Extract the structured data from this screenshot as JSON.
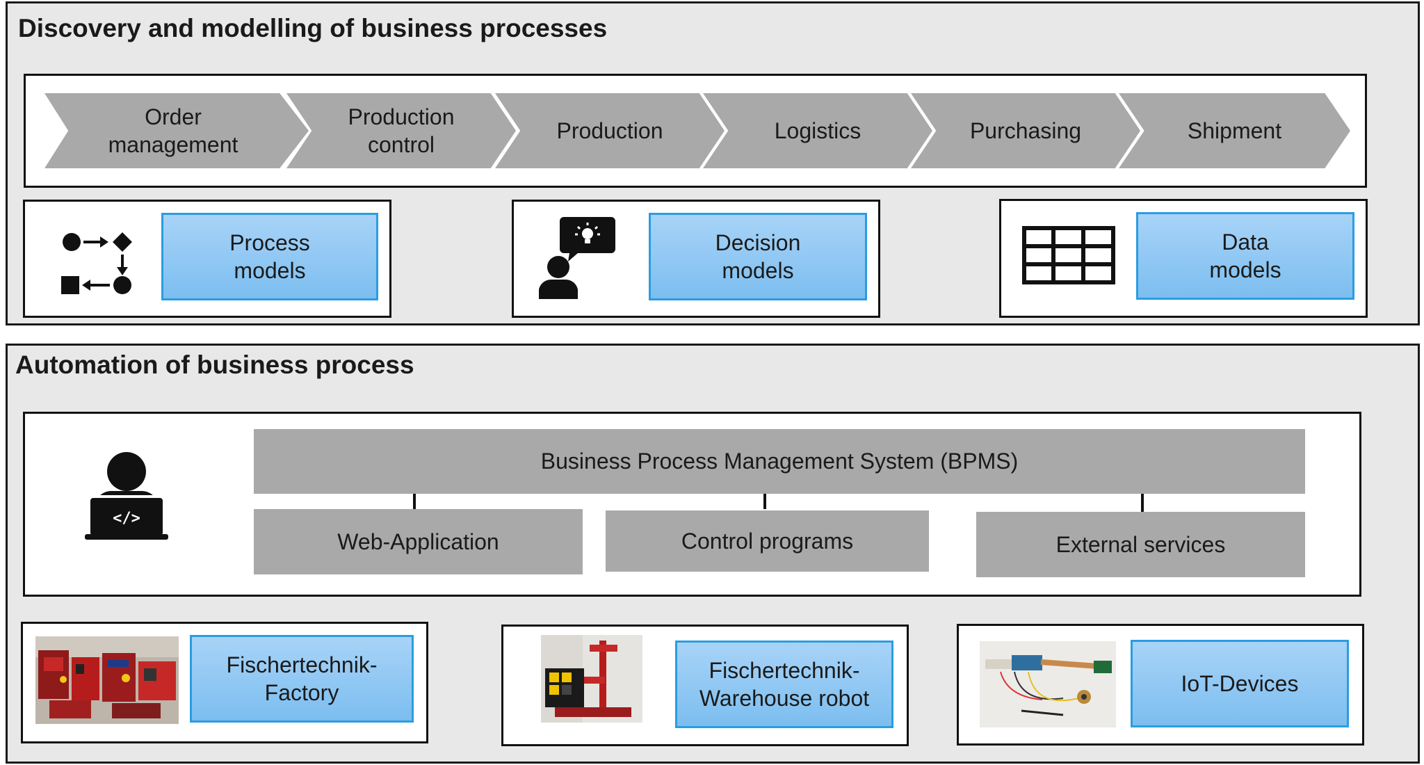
{
  "section1": {
    "title": "Discovery and modelling of business processes",
    "chain": [
      "Order\nmanagement",
      "Production\ncontrol",
      "Production",
      "Logistics",
      "Purchasing",
      "Shipment"
    ],
    "models": [
      {
        "label": "Process\nmodels",
        "icon": "process-flow-icon"
      },
      {
        "label": "Decision\nmodels",
        "icon": "person-idea-icon"
      },
      {
        "label": "Data\nmodels",
        "icon": "table-grid-icon"
      }
    ]
  },
  "section2": {
    "title": "Automation of business process",
    "bpms": "Business Process Management System (BPMS)",
    "components": [
      "Web-Application",
      "Control programs",
      "External services"
    ],
    "developer_icon": "developer-laptop-icon",
    "devices": [
      {
        "label": "Fischertechnik-\nFactory",
        "image": "factory-photo"
      },
      {
        "label": "Fischertechnik-\nWarehouse robot",
        "image": "warehouse-robot-photo"
      },
      {
        "label": "IoT-Devices",
        "image": "iot-devices-photo"
      }
    ]
  },
  "colors": {
    "section_bg": "#e8e8e8",
    "chevron_grey": "#a9a9a9",
    "model_blue": "#8ec8f3",
    "model_border": "#2a9de0"
  }
}
